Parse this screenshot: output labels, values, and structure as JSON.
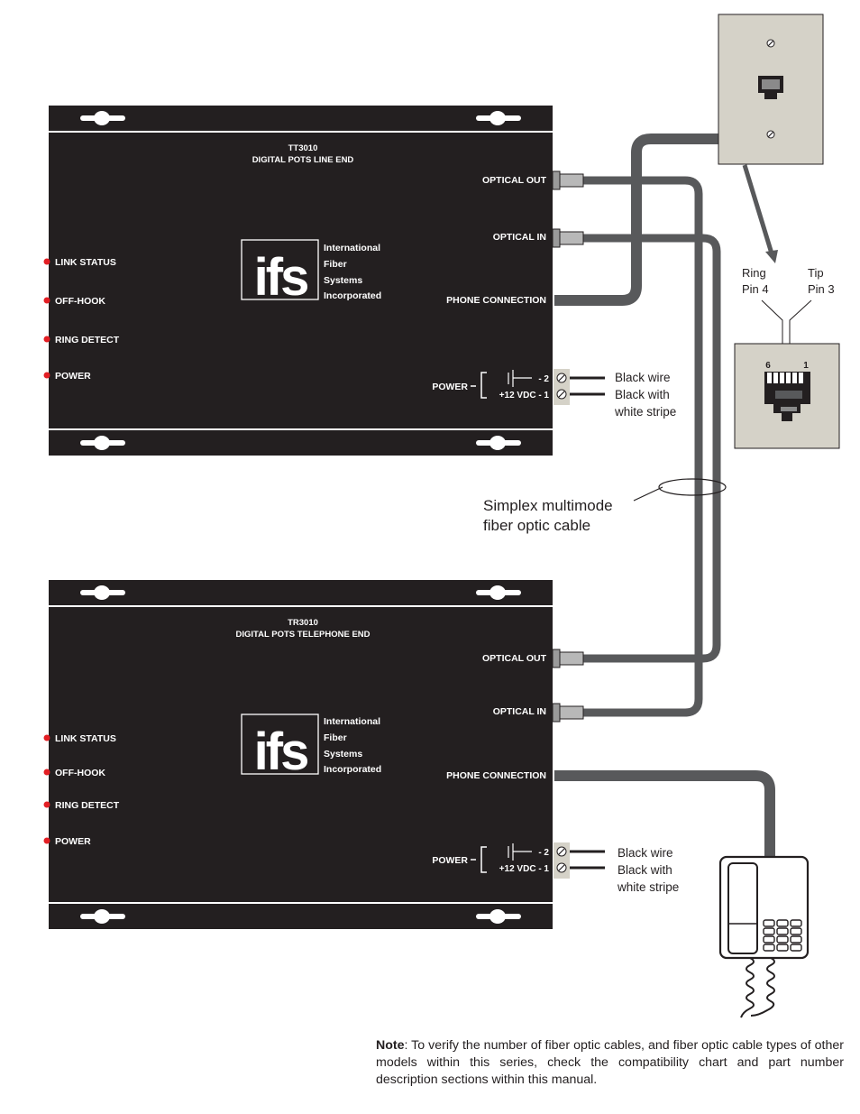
{
  "units": [
    {
      "model": "TT3010",
      "description": "DIGITAL POTS LINE END",
      "indicators": [
        "LINK STATUS",
        "OFF-HOOK",
        "RING DETECT",
        "POWER"
      ],
      "ports": {
        "optical_out": "OPTICAL OUT",
        "optical_in": "OPTICAL IN",
        "phone": "PHONE CONNECTION"
      },
      "power_label": "POWER",
      "terminal_neg": "- 2",
      "terminal_pos": "+12 VDC - 1",
      "wire_1": "Black wire",
      "wire_2_line1": "Black with",
      "wire_2_line2": "white stripe"
    },
    {
      "model": "TR3010",
      "description": "DIGITAL POTS TELEPHONE END",
      "indicators": [
        "LINK STATUS",
        "OFF-HOOK",
        "RING DETECT",
        "POWER"
      ],
      "ports": {
        "optical_out": "OPTICAL OUT",
        "optical_in": "OPTICAL IN",
        "phone": "PHONE CONNECTION"
      },
      "power_label": "POWER",
      "terminal_neg": "- 2",
      "terminal_pos": "+12 VDC - 1",
      "wire_1": "Black wire",
      "wire_2_line1": "Black with",
      "wire_2_line2": "white stripe"
    }
  ],
  "logo": {
    "letters": "ifs",
    "name_lines": [
      "International",
      "Fiber",
      "Systems",
      "Incorporated"
    ]
  },
  "jack": {
    "ring_label": "Ring",
    "ring_pin": "Pin 4",
    "tip_label": "Tip",
    "tip_pin": "Pin 3",
    "pin_left": "6",
    "pin_right": "1"
  },
  "cable_label_line1": "Simplex multimode",
  "cable_label_line2": "fiber optic cable",
  "note": {
    "lead": "Note",
    "text": ": To verify the number of fiber optic cables, and fiber optic cable types of other models within this series, check the compatibility chart and part number description sections within this manual."
  },
  "colors": {
    "unit_body": "#231f20",
    "cable": "#58595b",
    "led": "#e31e24",
    "wallplate": "#d5d2c8",
    "phone": "#ffffff"
  }
}
